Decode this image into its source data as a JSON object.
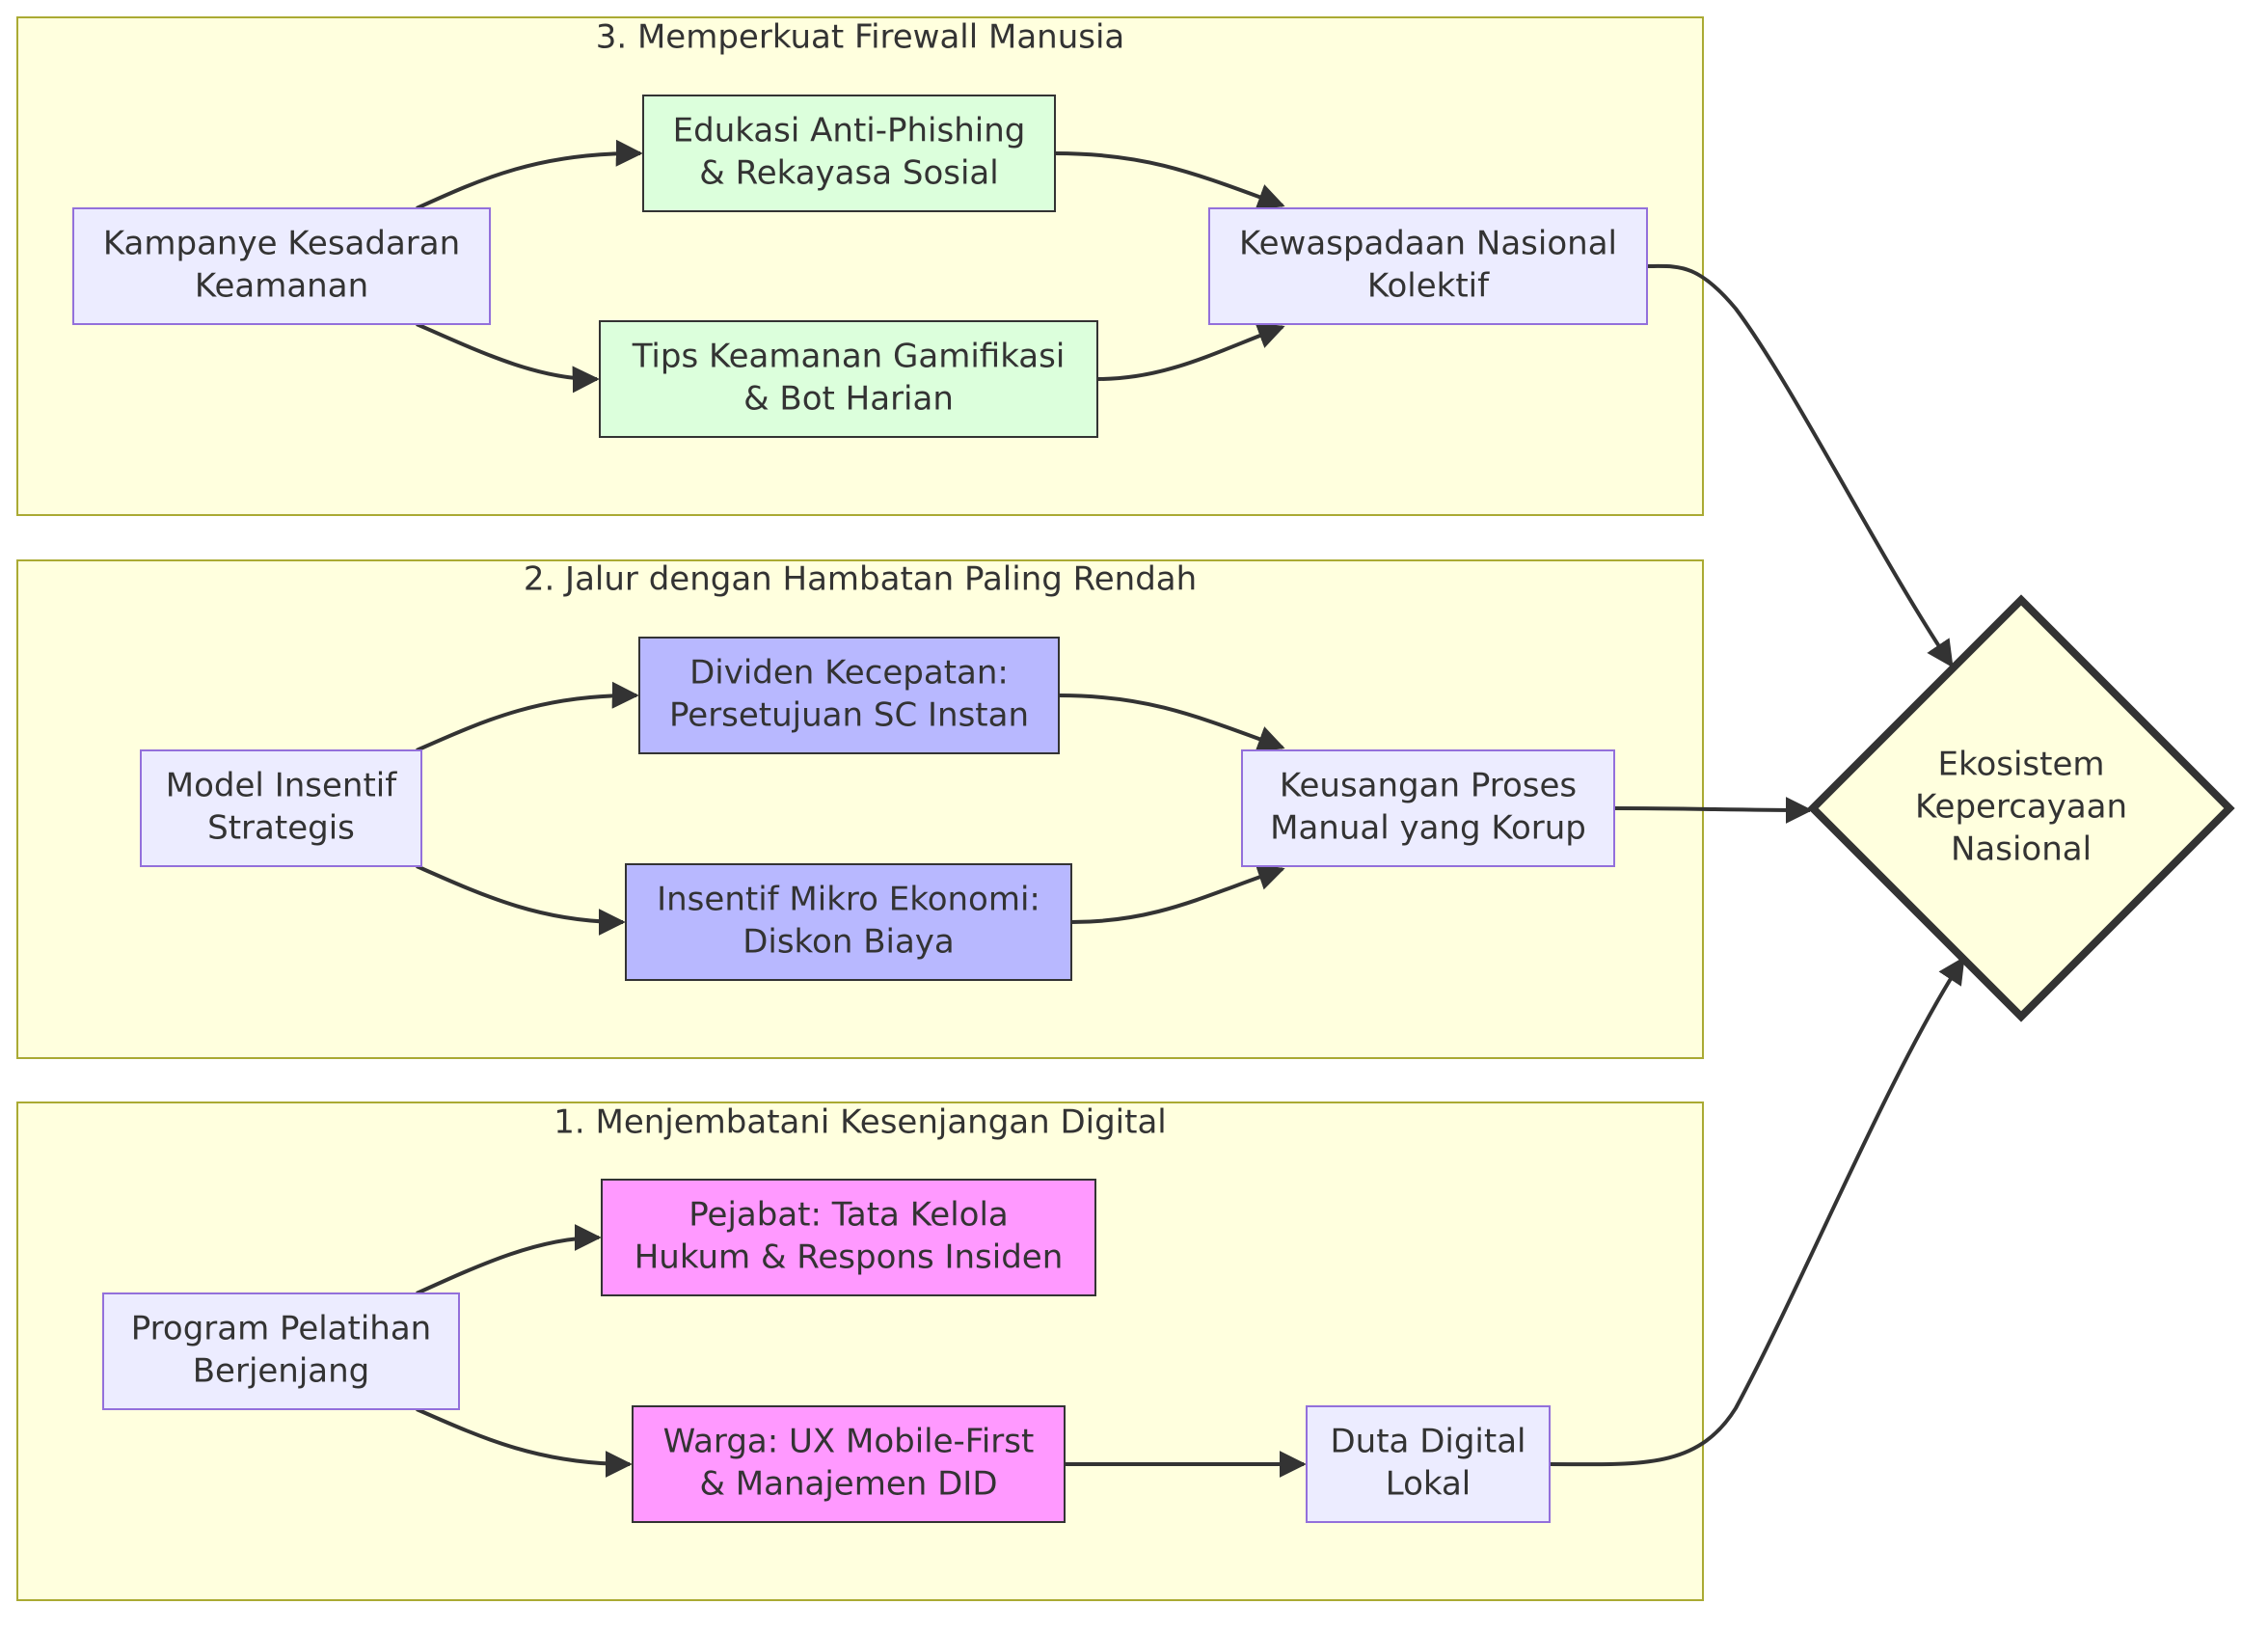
{
  "colors": {
    "cluster_fill": "#ffffde",
    "cluster_stroke": "#aaaa33",
    "default_fill": "#ececff",
    "default_stroke": "#9370db",
    "green_fill": "#dcffdc",
    "blue_fill": "#b8b8ff",
    "pink_fill": "#ff99ff",
    "dark_stroke": "#333333",
    "edge": "#333333"
  },
  "clusters": {
    "human_firewall": {
      "title": "3. Memperkuat Firewall Manusia"
    },
    "least_friction": {
      "title": "2. Jalur dengan Hambatan Paling Rendah"
    },
    "digital_divide": {
      "title": "1. Menjembatani Kesenjangan Digital"
    }
  },
  "nodes": {
    "awareness_campaign": {
      "lines": [
        "Kampanye Kesadaran",
        "Keamanan"
      ]
    },
    "anti_phishing": {
      "lines": [
        "Edukasi Anti-Phishing",
        "& Rekayasa Sosial"
      ]
    },
    "gamified_tips": {
      "lines": [
        "Tips Keamanan Gamifikasi",
        "& Bot Harian"
      ]
    },
    "collective_vigilance": {
      "lines": [
        "Kewaspadaan Nasional",
        "Kolektif"
      ]
    },
    "incentive_model": {
      "lines": [
        "Model Insentif",
        "Strategis"
      ]
    },
    "speed_dividend": {
      "lines": [
        "Dividen Kecepatan:",
        "Persetujuan SC Instan"
      ]
    },
    "micro_incentive": {
      "lines": [
        "Insentif Mikro Ekonomi:",
        "Diskon Biaya"
      ]
    },
    "manual_obsolescence": {
      "lines": [
        "Keusangan Proses",
        "Manual yang Korup"
      ]
    },
    "tiered_training": {
      "lines": [
        "Program Pelatihan",
        "Berjenjang"
      ]
    },
    "officials": {
      "lines": [
        "Pejabat: Tata Kelola",
        "Hukum & Respons Insiden"
      ]
    },
    "citizens": {
      "lines": [
        "Warga: UX Mobile-First",
        "& Manajemen DID"
      ]
    },
    "digital_ambassadors": {
      "lines": [
        "Duta Digital",
        "Lokal"
      ]
    },
    "trust_ecosystem": {
      "lines": [
        "Ekosistem",
        "Kepercayaan",
        "Nasional"
      ]
    }
  },
  "edges": [
    {
      "from": "awareness_campaign",
      "to": "anti_phishing"
    },
    {
      "from": "awareness_campaign",
      "to": "gamified_tips"
    },
    {
      "from": "anti_phishing",
      "to": "collective_vigilance"
    },
    {
      "from": "gamified_tips",
      "to": "collective_vigilance"
    },
    {
      "from": "collective_vigilance",
      "to": "trust_ecosystem"
    },
    {
      "from": "incentive_model",
      "to": "speed_dividend"
    },
    {
      "from": "incentive_model",
      "to": "micro_incentive"
    },
    {
      "from": "speed_dividend",
      "to": "manual_obsolescence"
    },
    {
      "from": "micro_incentive",
      "to": "manual_obsolescence"
    },
    {
      "from": "manual_obsolescence",
      "to": "trust_ecosystem"
    },
    {
      "from": "tiered_training",
      "to": "officials"
    },
    {
      "from": "tiered_training",
      "to": "citizens"
    },
    {
      "from": "citizens",
      "to": "digital_ambassadors"
    },
    {
      "from": "digital_ambassadors",
      "to": "trust_ecosystem"
    }
  ]
}
